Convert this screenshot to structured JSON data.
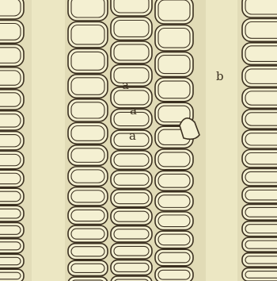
{
  "illustration": {
    "subject": "cell-tissue-engraving",
    "paper_color": "#ece7c3",
    "ink_color": "#3b3020",
    "cell_fill": "#f4f0d2",
    "gap_color": "#d8d1ac"
  },
  "labels": {
    "a1": "a",
    "a2": "a",
    "a3": "a",
    "b": "b"
  }
}
